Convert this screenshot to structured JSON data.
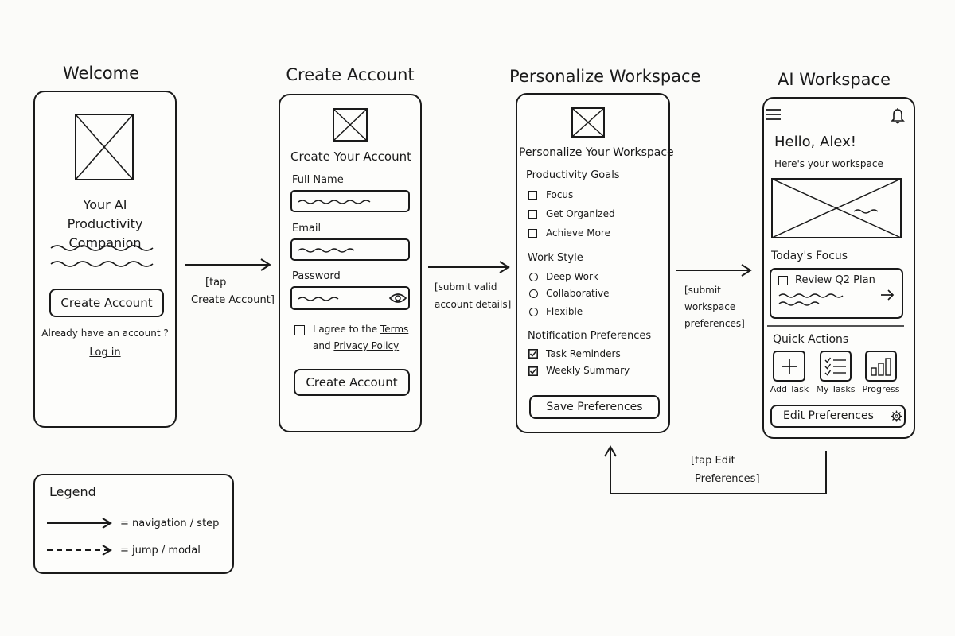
{
  "screens": {
    "welcome": {
      "title": "Welcome",
      "tagline": "Your AI Productivity Companion",
      "create_account_label": "Create Account",
      "existing_prompt": "Already have an account ?",
      "login_label": "Log in"
    },
    "create_account": {
      "title": "Create Account",
      "heading": "Create Your Account",
      "full_name_label": "Full Name",
      "email_label": "Email",
      "password_label": "Password",
      "agree_text": "I agree to the",
      "terms_label": "Terms",
      "and_text": "and",
      "privacy_label": "Privacy Policy",
      "submit_label": "Create Account"
    },
    "personalize": {
      "title": "Personalize Workspace",
      "heading": "Personalize Your Workspace",
      "goals_label": "Productivity Goals",
      "goals": [
        {
          "label": "Focus",
          "checked": false
        },
        {
          "label": "Get Organized",
          "checked": false
        },
        {
          "label": "Achieve More",
          "checked": false
        }
      ],
      "style_label": "Work Style",
      "styles": [
        "Deep Work",
        "Collaborative",
        "Flexible"
      ],
      "notif_label": "Notification Preferences",
      "notifs": [
        {
          "label": "Task Reminders",
          "checked": true
        },
        {
          "label": "Weekly Summary",
          "checked": true
        }
      ],
      "save_label": "Save Preferences"
    },
    "workspace": {
      "title": "AI Workspace",
      "greeting": "Hello, Alex!",
      "subtitle": "Here's your workspace",
      "focus_label": "Today's Focus",
      "focus_task": "Review Q2 Plan",
      "quick_actions_label": "Quick Actions",
      "actions": [
        "Add Task",
        "My Tasks",
        "Progress"
      ],
      "edit_prefs_label": "Edit Preferences"
    }
  },
  "transitions": {
    "t1": [
      "[tap",
      "Create Account]"
    ],
    "t2": [
      "[submit valid",
      "account details]"
    ],
    "t3": [
      "[submit",
      "workspace",
      "preferences]"
    ],
    "t4": [
      "[tap Edit",
      "Preferences]"
    ]
  },
  "legend": {
    "title": "Legend",
    "solid_label": "= navigation / step",
    "dashed_label": "= jump / modal"
  }
}
